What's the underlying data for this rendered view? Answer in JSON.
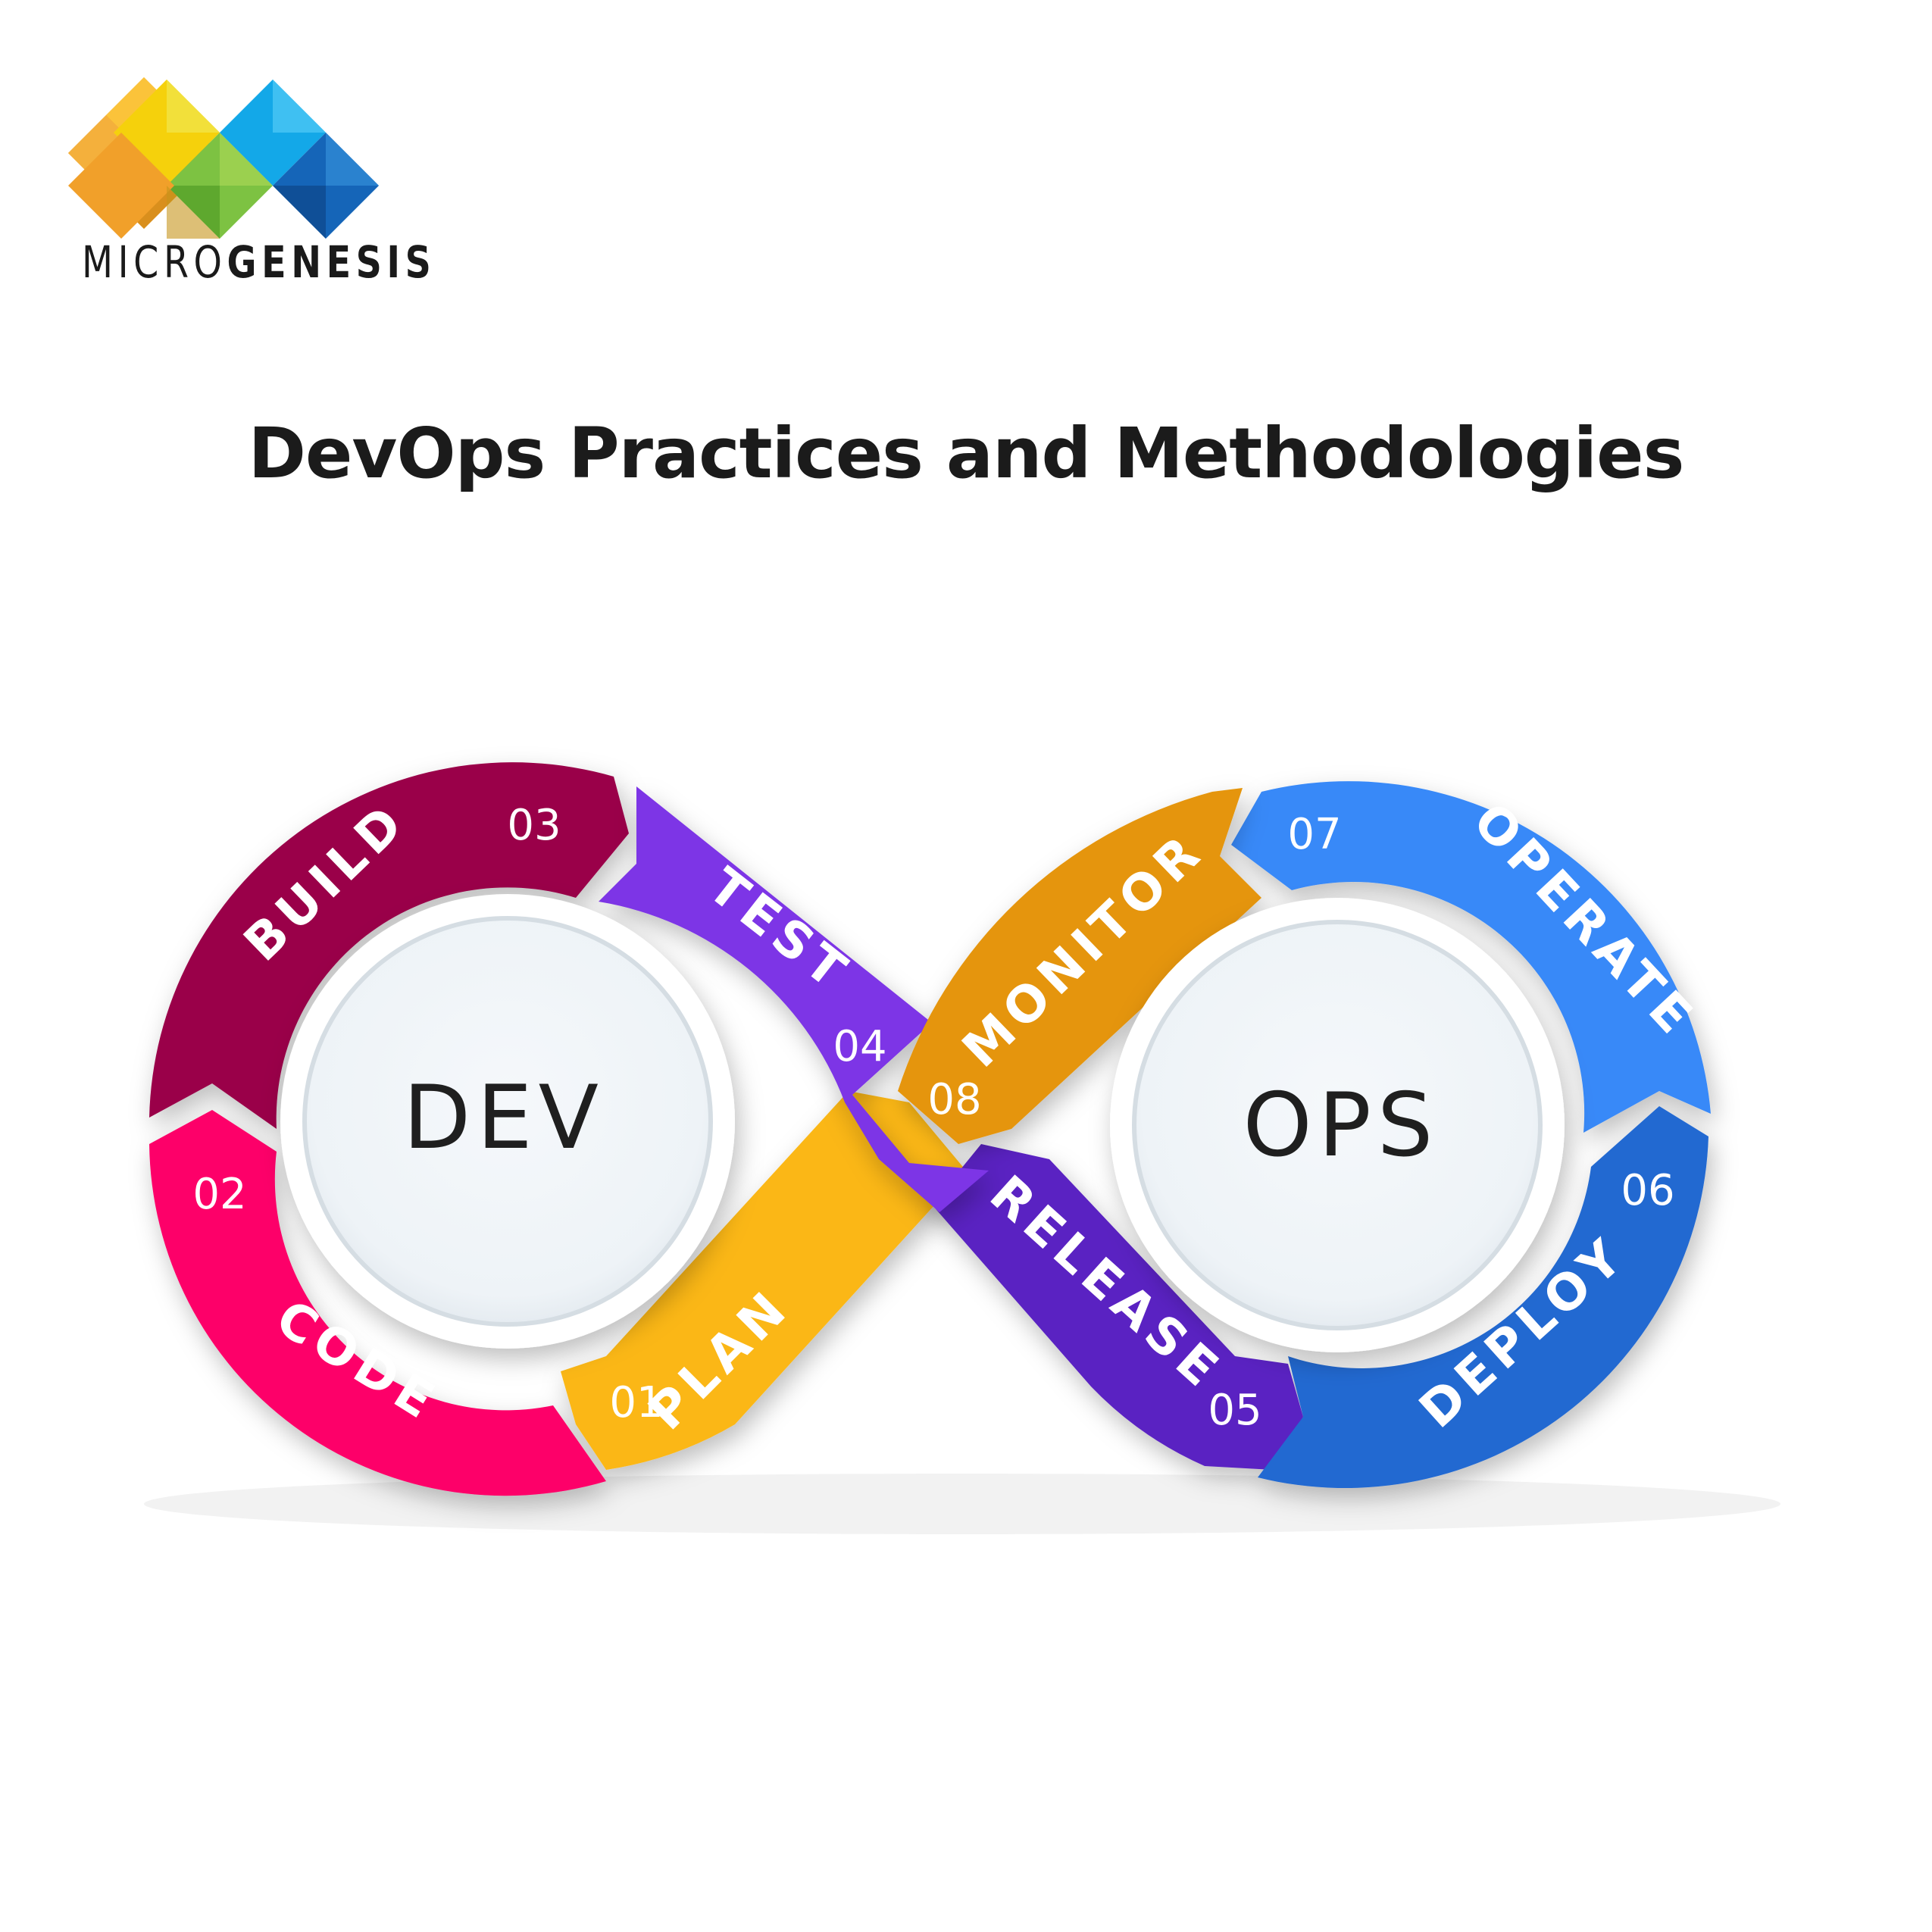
{
  "brand": {
    "logo_text_light": "MICRO",
    "logo_text_bold": "GENESIS",
    "colors": [
      "#f6a623",
      "#f5d10c",
      "#7dc242",
      "#13a8e8",
      "#1565b8"
    ]
  },
  "title": "DevOps Practices and Methodologies",
  "hubs": {
    "dev": "DEV",
    "ops": "OPS"
  },
  "stages": [
    {
      "num": "01",
      "label": "PLAN",
      "color": "#fbb713"
    },
    {
      "num": "02",
      "label": "CODE",
      "color": "#fd0169"
    },
    {
      "num": "03",
      "label": "BUILD",
      "color": "#9a0049"
    },
    {
      "num": "04",
      "label": "TEST",
      "color": "#7d36e6"
    },
    {
      "num": "05",
      "label": "RELEASE",
      "color": "#5a23c2"
    },
    {
      "num": "06",
      "label": "DEPLOY",
      "color": "#2369d1"
    },
    {
      "num": "07",
      "label": "OPERATE",
      "color": "#3889f8"
    },
    {
      "num": "08",
      "label": "MONITOR",
      "color": "#e59508"
    }
  ]
}
